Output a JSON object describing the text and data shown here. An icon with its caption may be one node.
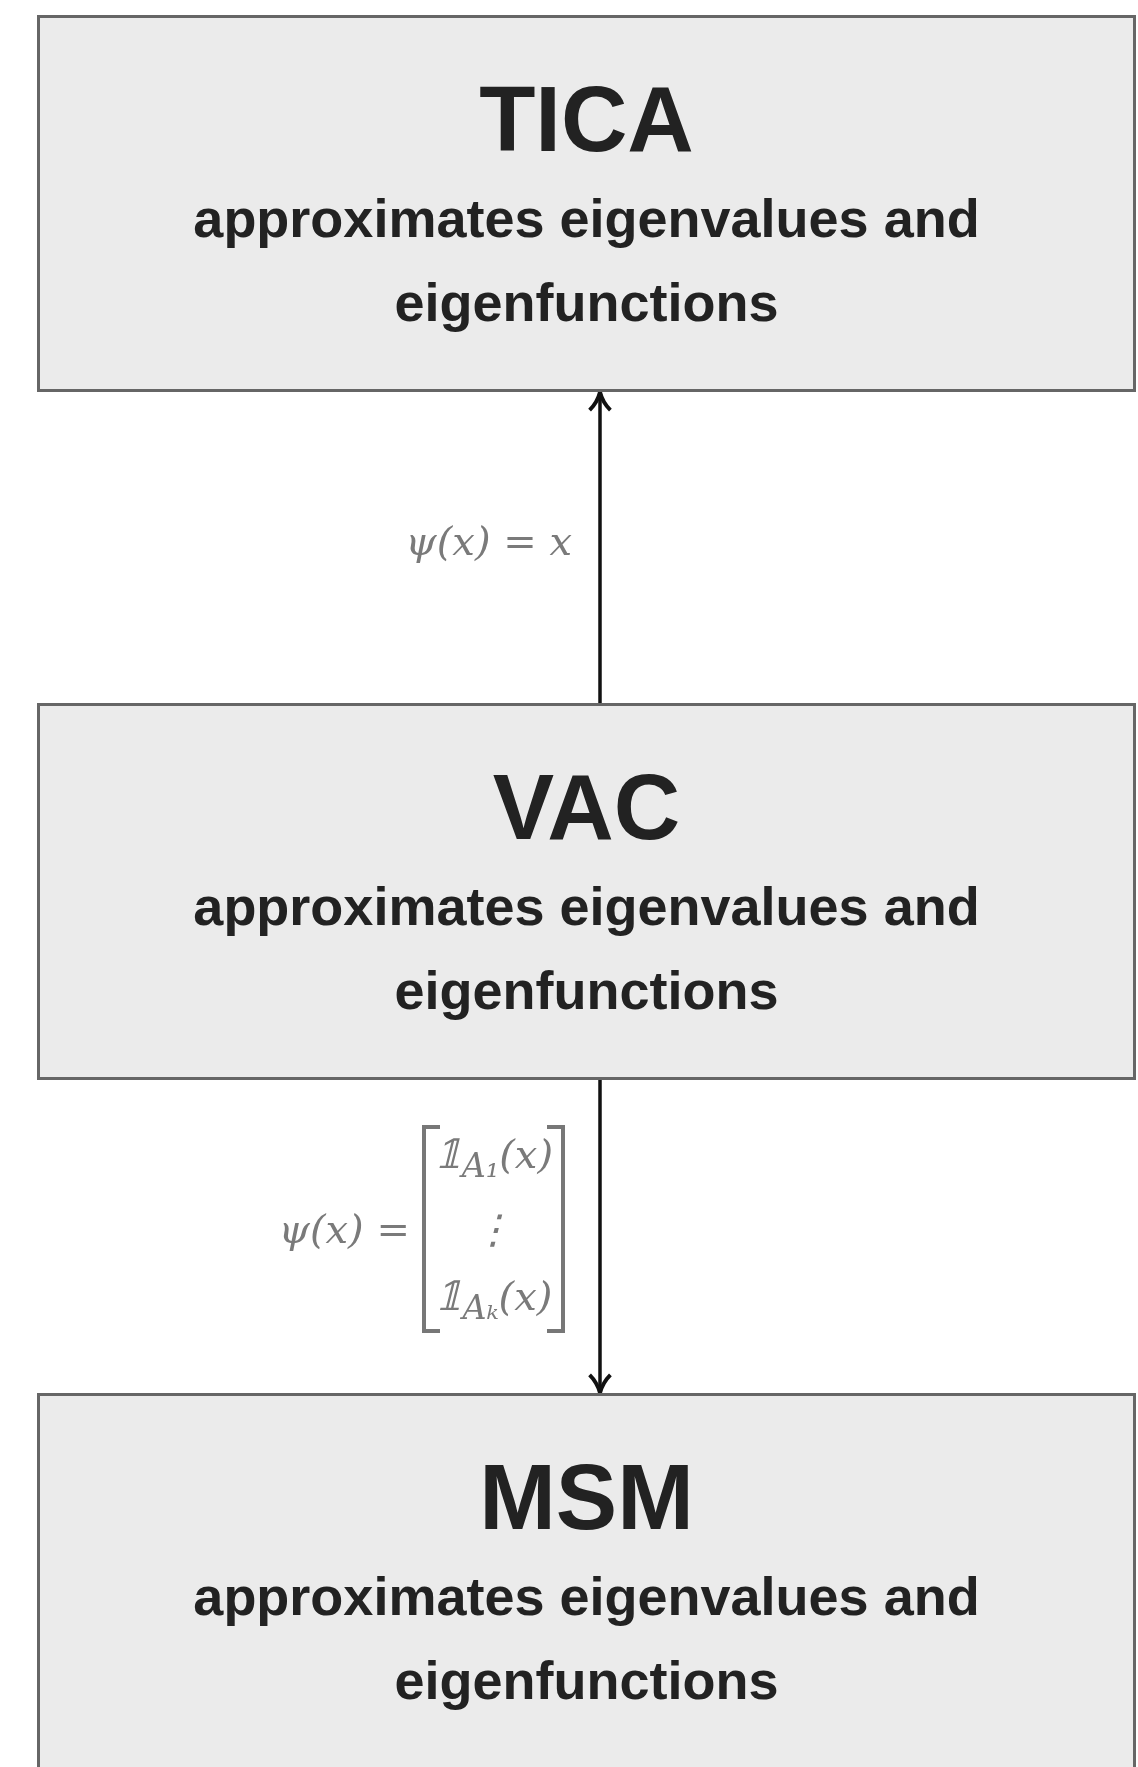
{
  "diagram": {
    "nodes": [
      {
        "text": [
          "TICA",
          "approximates eigenvalues and eigenfunctions"
        ]
      },
      {
        "text": [
          "VAC",
          "approximates eigenvalues and eigenfunctions"
        ]
      },
      {
        "text": [
          "MSM",
          "approximates eigenvalues and eigenfunctions"
        ]
      }
    ],
    "edges": [
      {
        "from": 1,
        "to": 0,
        "arrow": "to",
        "label": "ψ(x) = x"
      },
      {
        "from": 1,
        "to": 2,
        "arrow": "to",
        "label": "ψ(x) = 𝟙$_{A₁}$(x) ⋮ 𝟙$_{Aₖ}$(x)"
      }
    ]
  }
}
